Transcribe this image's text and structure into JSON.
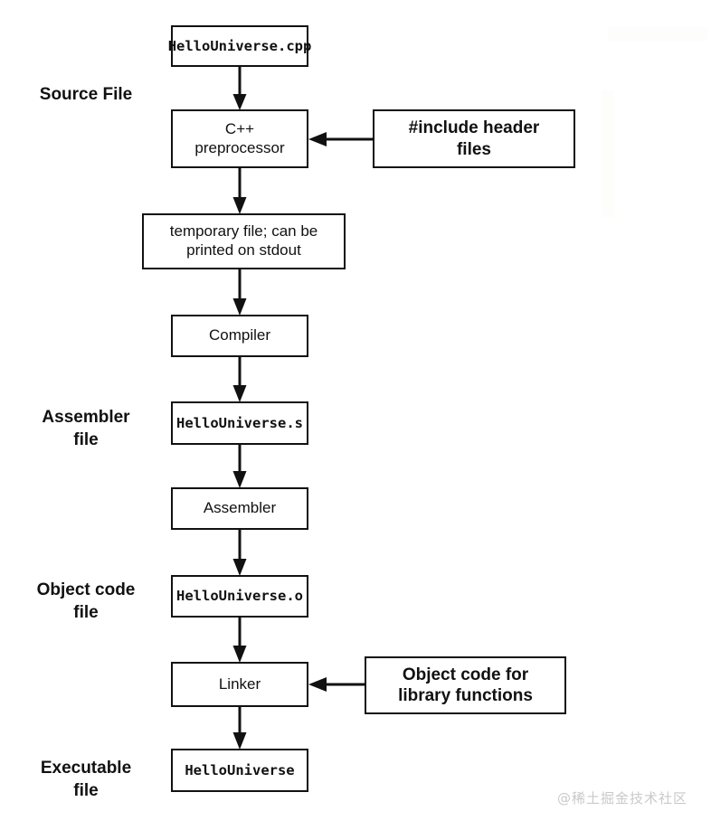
{
  "diagram": {
    "title": "C++ compilation pipeline",
    "background_color": "#ffffff",
    "line_color": "#111111",
    "stage_labels": [
      {
        "id": "source-file",
        "text": "Source File"
      },
      {
        "id": "assembler-file",
        "text": "Assembler\nfile"
      },
      {
        "id": "object-code-file",
        "text": "Object code\nfile"
      },
      {
        "id": "executable-file",
        "text": "Executable\nfile"
      }
    ],
    "nodes": [
      {
        "id": "hellouniverse-cpp",
        "text": "HelloUniverse.cpp",
        "style": "mono"
      },
      {
        "id": "cpp-preprocessor",
        "text": "C++\npreprocessor",
        "style": "sans"
      },
      {
        "id": "include-header-files",
        "text": "#include header\nfiles",
        "style": "sans-bold"
      },
      {
        "id": "temporary-file",
        "text": "temporary file; can be\nprinted on stdout",
        "style": "sans"
      },
      {
        "id": "compiler",
        "text": "Compiler",
        "style": "sans"
      },
      {
        "id": "hellouniverse-s",
        "text": "HelloUniverse.s",
        "style": "mono"
      },
      {
        "id": "assembler",
        "text": "Assembler",
        "style": "sans"
      },
      {
        "id": "hellouniverse-o",
        "text": "HelloUniverse.o",
        "style": "mono"
      },
      {
        "id": "linker",
        "text": "Linker",
        "style": "sans"
      },
      {
        "id": "object-code-library",
        "text": "Object code for\nlibrary functions",
        "style": "sans-bold"
      },
      {
        "id": "hellouniverse-exe",
        "text": "HelloUniverse",
        "style": "mono"
      }
    ],
    "edges": [
      {
        "from": "hellouniverse-cpp",
        "to": "cpp-preprocessor",
        "direction": "down"
      },
      {
        "from": "include-header-files",
        "to": "cpp-preprocessor",
        "direction": "left"
      },
      {
        "from": "cpp-preprocessor",
        "to": "temporary-file",
        "direction": "down"
      },
      {
        "from": "temporary-file",
        "to": "compiler",
        "direction": "down"
      },
      {
        "from": "compiler",
        "to": "hellouniverse-s",
        "direction": "down"
      },
      {
        "from": "hellouniverse-s",
        "to": "assembler",
        "direction": "down"
      },
      {
        "from": "assembler",
        "to": "hellouniverse-o",
        "direction": "down"
      },
      {
        "from": "hellouniverse-o",
        "to": "linker",
        "direction": "down"
      },
      {
        "from": "object-code-library",
        "to": "linker",
        "direction": "left"
      },
      {
        "from": "linker",
        "to": "hellouniverse-exe",
        "direction": "down"
      }
    ],
    "watermark": "@稀土掘金技术社区"
  }
}
